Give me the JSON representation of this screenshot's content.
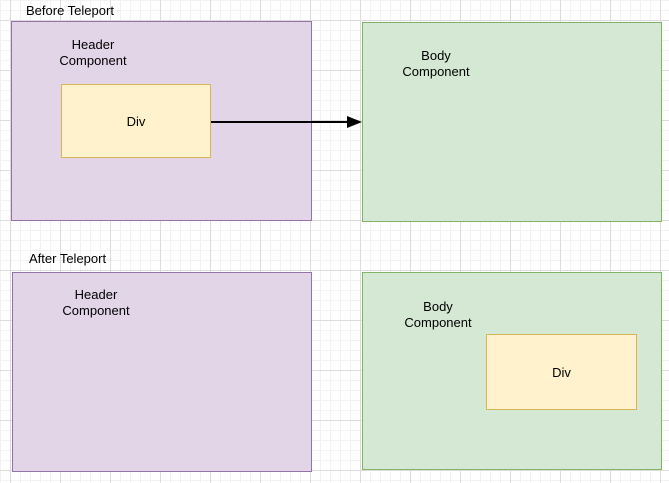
{
  "diagram": {
    "before": {
      "section_label": "Before Teleport",
      "header_component_label": "Header\nComponent",
      "div_label": "Div",
      "body_component_label": "Body\nComponent"
    },
    "after": {
      "section_label": "After Teleport",
      "header_component_label": "Header\nComponent",
      "body_component_label": "Body\nComponent",
      "div_label": "Div"
    }
  },
  "colors": {
    "header_fill": "#e1d5e7",
    "header_stroke": "#9673a6",
    "body_fill": "#d5e8d4",
    "body_stroke": "#82b366",
    "div_fill": "#fff2cc",
    "div_stroke": "#d6b656",
    "arrow": "#000000",
    "grid_minor": "#f2f2f2",
    "grid_major": "#dcdcdc"
  }
}
